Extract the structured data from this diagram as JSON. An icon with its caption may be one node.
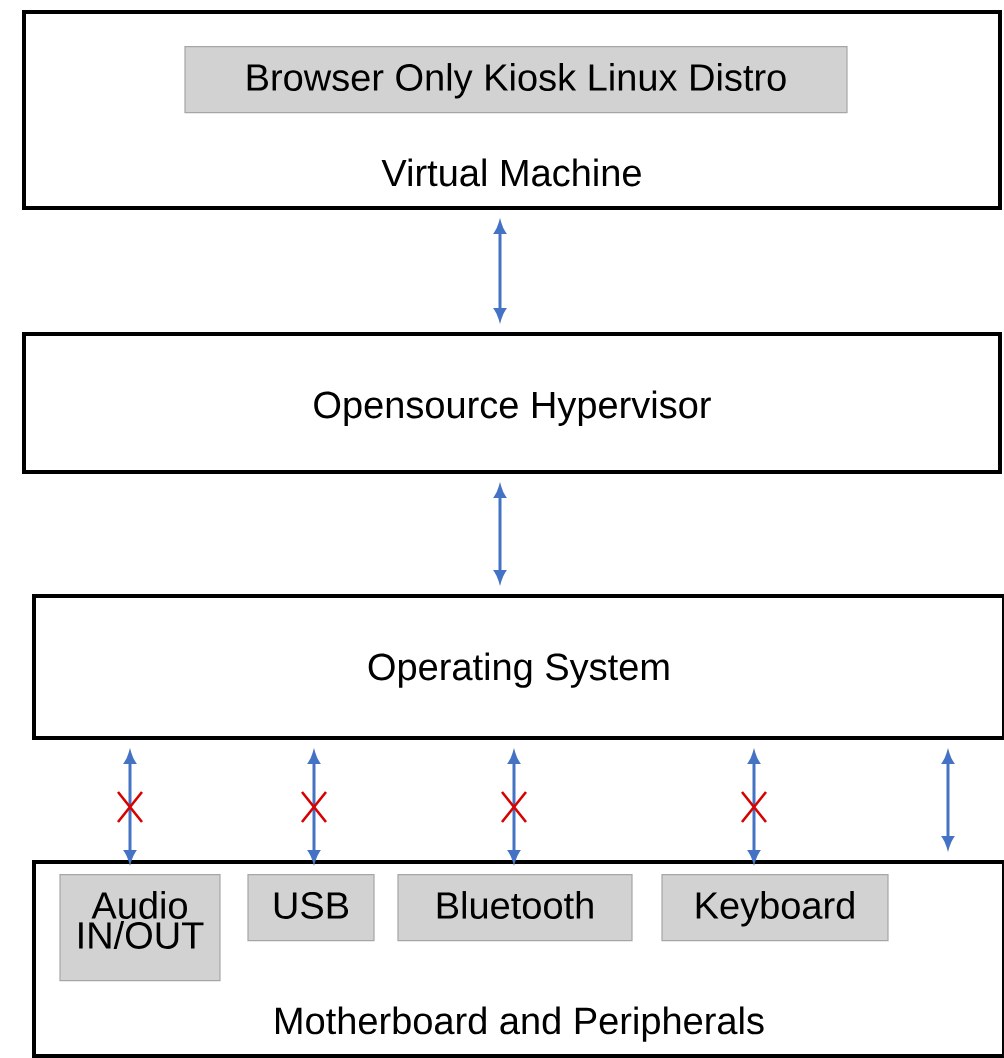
{
  "diagram": {
    "nodes": [
      {
        "text": [
          "Virtual Machine"
        ]
      },
      {
        "text": [
          "Browser Only Kiosk Linux Distro"
        ],
        "in": 0
      },
      {
        "text": [
          "Opensource Hypervisor"
        ]
      },
      {
        "text": [
          "Operating System"
        ]
      },
      {
        "text": [
          "Motherboard and Peripherals"
        ]
      },
      {
        "text": [
          "Audio IN/OUT"
        ],
        "in": 4
      },
      {
        "text": [
          "USB"
        ],
        "in": 4
      },
      {
        "text": [
          "Bluetooth"
        ],
        "in": 4
      },
      {
        "text": [
          "Keyboard"
        ],
        "in": 4
      }
    ],
    "edges": [
      {
        "from": 0,
        "to": 2,
        "arrow": "both"
      },
      {
        "from": 2,
        "to": 3,
        "arrow": "both"
      },
      {
        "from": 3,
        "to": 5,
        "arrow": "both"
      },
      {
        "from": 3,
        "to": 6,
        "arrow": "both"
      },
      {
        "from": 3,
        "to": 7,
        "arrow": "both"
      },
      {
        "from": 3,
        "to": 8,
        "arrow": "both"
      },
      {
        "from": 3,
        "to": 4,
        "arrow": "both"
      }
    ]
  }
}
